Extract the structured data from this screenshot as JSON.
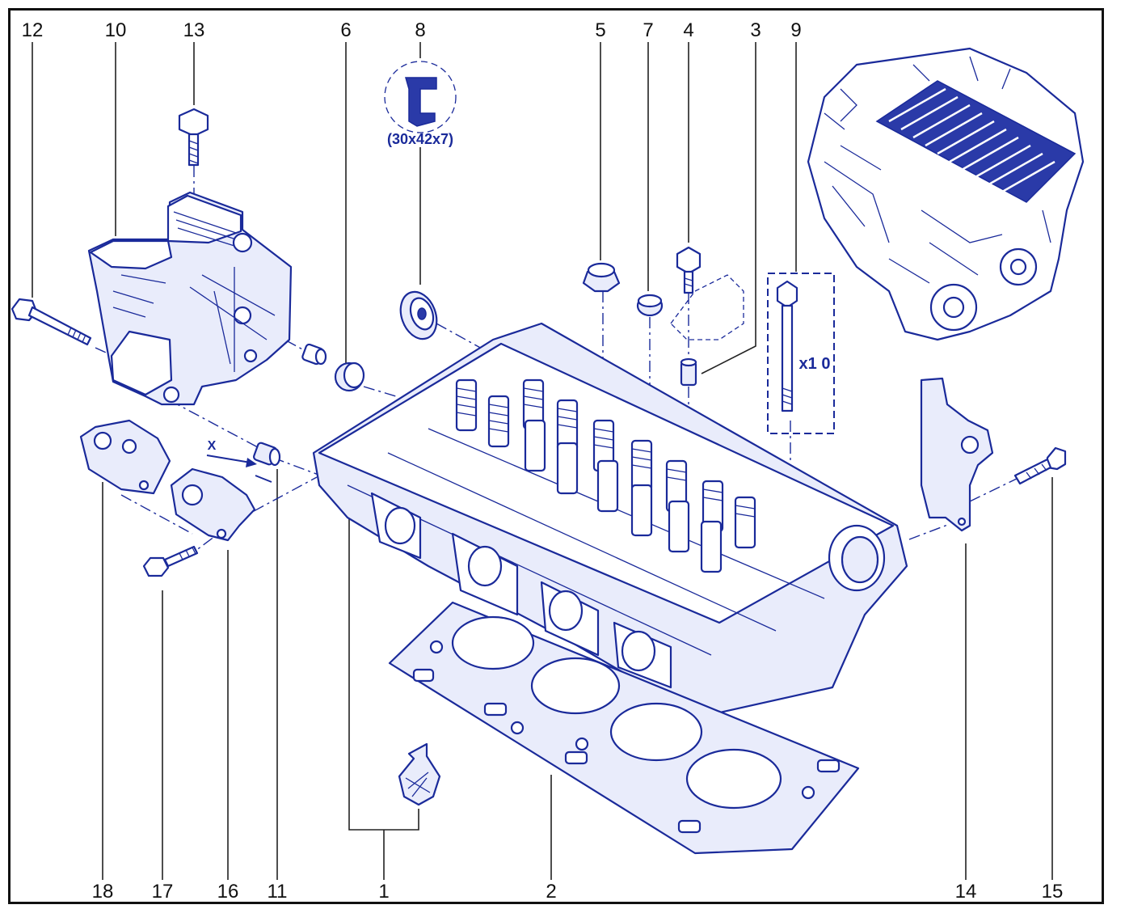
{
  "callouts": {
    "c1": "1",
    "c2": "2",
    "c3": "3",
    "c4": "4",
    "c5": "5",
    "c6": "6",
    "c7": "7",
    "c8": "8",
    "c9": "9",
    "c10": "10",
    "c11": "11",
    "c12": "12",
    "c13": "13",
    "c14": "14",
    "c15": "15",
    "c16": "16",
    "c17": "17",
    "c18": "18"
  },
  "annotations": {
    "seal_size": "(30x42x7)",
    "bolt_qty": "x1 0",
    "axis_marker": "X"
  },
  "colors": {
    "line": "#1a2a9a",
    "fill": "#e9ecfb",
    "text": "#111111"
  }
}
